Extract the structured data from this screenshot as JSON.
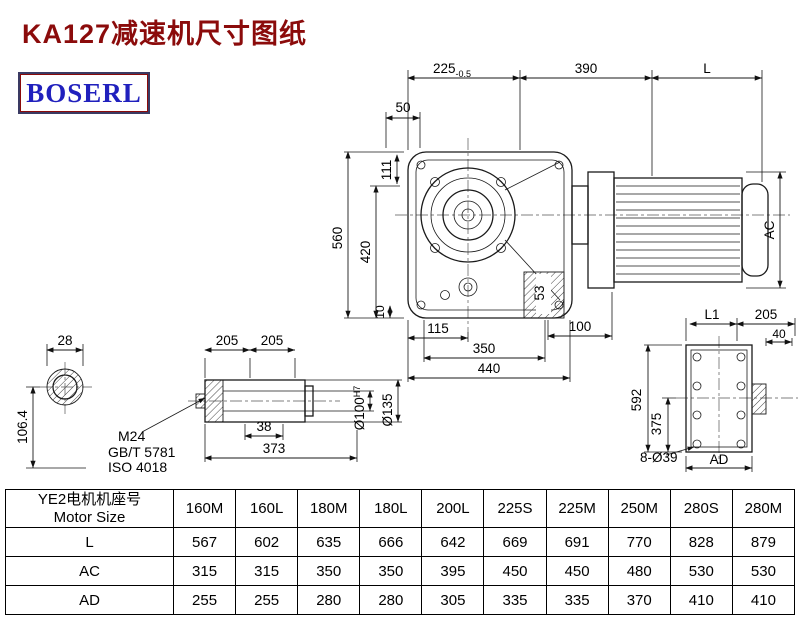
{
  "page": {
    "title": "KA127减速机尺寸图纸",
    "logo_text": "BOSERL"
  },
  "drawing": {
    "main_view": {
      "dim_225": "225",
      "dim_225_tol": "-0.5",
      "dim_390": "390",
      "dim_L": "L",
      "dim_50": "50",
      "dim_111": "111",
      "dim_560": "560",
      "dim_420": "420",
      "dim_10": "10",
      "dim_53": "53",
      "dim_115": "115",
      "dim_350": "350",
      "dim_440": "440",
      "dim_100": "100",
      "dim_AC": "AC"
    },
    "shaft_end_view": {
      "dim_28": "28",
      "dim_106_4": "106.4"
    },
    "shaft_side_view": {
      "dim_205_a": "205",
      "dim_205_b": "205",
      "thread_spec": "M24",
      "thread_standard_1": "GB/T 5781",
      "thread_standard_2": "ISO 4018",
      "dim_38": "38",
      "dim_373": "373",
      "dim_bore": "Ø100",
      "dim_bore_tol": "H7",
      "dim_hub": "Ø135"
    },
    "flange_view": {
      "dim_L1": "L1",
      "dim_205": "205",
      "dim_40": "40",
      "dim_592": "592",
      "dim_375": "375",
      "holes_label": "8-Ø39",
      "dim_AD": "AD"
    }
  },
  "table": {
    "header_cn": "YE2电机机座号",
    "header_en": "Motor Size",
    "columns": [
      "160M",
      "160L",
      "180M",
      "180L",
      "200L",
      "225S",
      "225M",
      "250M",
      "280S",
      "280M"
    ],
    "rows": [
      {
        "label": "L",
        "values": [
          "567",
          "602",
          "635",
          "666",
          "642",
          "669",
          "691",
          "770",
          "828",
          "879"
        ]
      },
      {
        "label": "AC",
        "values": [
          "315",
          "315",
          "350",
          "350",
          "395",
          "450",
          "450",
          "480",
          "530",
          "530"
        ]
      },
      {
        "label": "AD",
        "values": [
          "255",
          "255",
          "280",
          "280",
          "305",
          "335",
          "335",
          "370",
          "410",
          "410"
        ]
      }
    ]
  }
}
